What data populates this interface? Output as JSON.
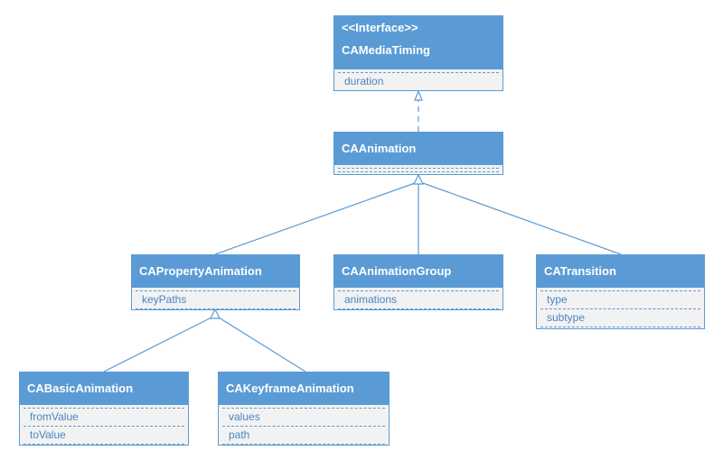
{
  "diagram": {
    "line_color": "#5b9bd5",
    "header_color": "#5b9bd5",
    "body_color": "#f2f2f2",
    "attr_text_color": "#4a86c2",
    "classes": {
      "ca_media_timing": {
        "stereotype": "<<Interface>>",
        "name": "CAMediaTiming",
        "attributes": [
          "duration"
        ]
      },
      "ca_animation": {
        "name": "CAAnimation",
        "attributes": []
      },
      "ca_property_animation": {
        "name": "CAPropertyAnimation",
        "attributes": [
          "keyPaths"
        ]
      },
      "ca_animation_group": {
        "name": "CAAnimationGroup",
        "attributes": [
          "animations"
        ]
      },
      "ca_transition": {
        "name": "CATransition",
        "attributes": [
          "type",
          "subtype"
        ]
      },
      "ca_basic_animation": {
        "name": "CABasicAnimation",
        "attributes": [
          "fromValue",
          "toValue"
        ]
      },
      "ca_keyframe_animation": {
        "name": "CAKeyframeAnimation",
        "attributes": [
          "values",
          "path"
        ]
      }
    },
    "relationships": [
      {
        "from": "CAAnimation",
        "to": "CAMediaTiming",
        "kind": "realization"
      },
      {
        "from": "CAPropertyAnimation",
        "to": "CAAnimation",
        "kind": "generalization"
      },
      {
        "from": "CAAnimationGroup",
        "to": "CAAnimation",
        "kind": "generalization"
      },
      {
        "from": "CATransition",
        "to": "CAAnimation",
        "kind": "generalization"
      },
      {
        "from": "CABasicAnimation",
        "to": "CAPropertyAnimation",
        "kind": "generalization"
      },
      {
        "from": "CAKeyframeAnimation",
        "to": "CAPropertyAnimation",
        "kind": "generalization"
      }
    ]
  }
}
